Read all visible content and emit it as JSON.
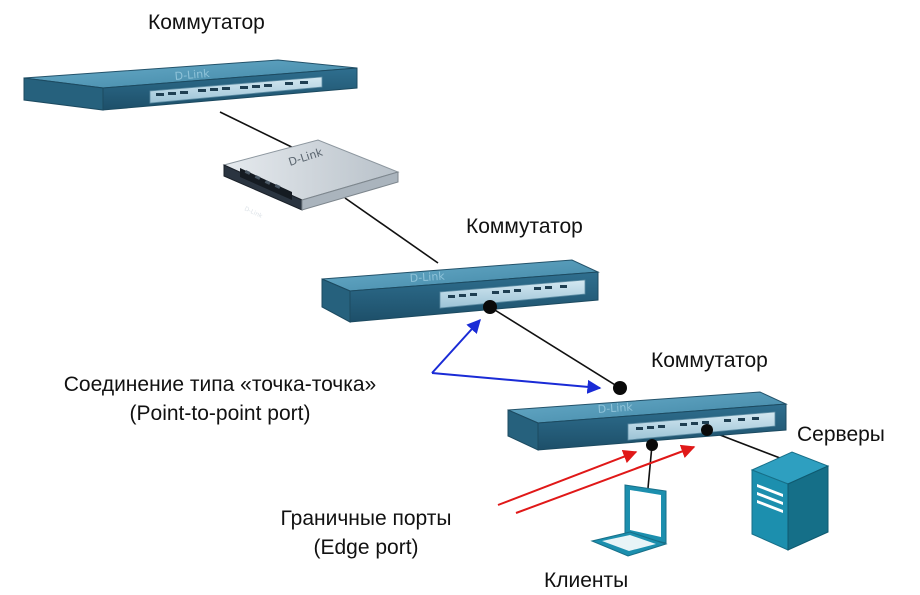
{
  "labels": {
    "switch_top": "Коммутатор",
    "switch_middle": "Коммутатор",
    "switch_bottom": "Коммутатор",
    "p2p_line1": "Соединение типа «точка-точка»",
    "p2p_line2": "(Point-to-point port)",
    "edge_line1": "Граничные порты",
    "edge_line2": "(Edge port)",
    "servers": "Серверы",
    "clients": "Клиенты"
  },
  "device_branding": "D-Link",
  "colors": {
    "switch_top_face": "#4f96b5",
    "switch_side": "#2b6683",
    "switch_panel": "#b8d6e4",
    "hub_body": "#cfd6dc",
    "hub_front": "#2a3440",
    "cable": "#111111",
    "p2p_arrow": "#1a2bd6",
    "edge_arrow": "#e01818",
    "device_teal": "#1c8fae"
  }
}
